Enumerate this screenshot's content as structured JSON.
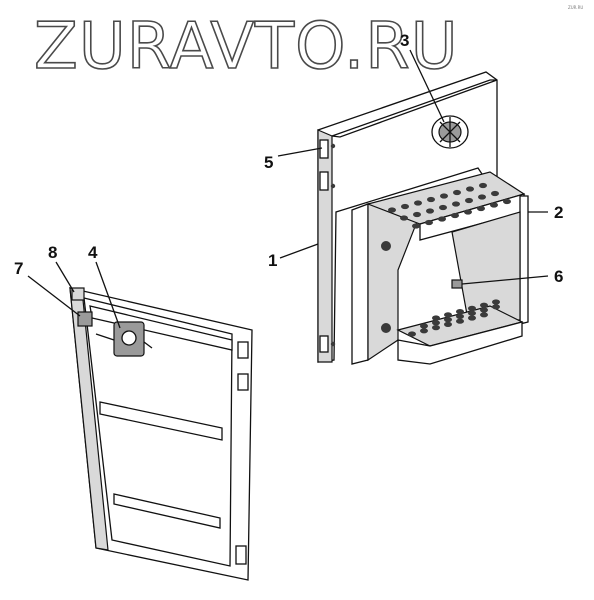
{
  "watermark": {
    "text": "ZURAVTO.RU"
  },
  "corner_mark": {
    "text": "ZUR.RU"
  },
  "callouts": [
    {
      "id": "1",
      "label": "1"
    },
    {
      "id": "2",
      "label": "2"
    },
    {
      "id": "3",
      "label": "3"
    },
    {
      "id": "4",
      "label": "4"
    },
    {
      "id": "5",
      "label": "5"
    },
    {
      "id": "6",
      "label": "6"
    },
    {
      "id": "7",
      "label": "7"
    },
    {
      "id": "8",
      "label": "8"
    }
  ],
  "colors": {
    "line": "#111111",
    "panel_fill": "#ffffff",
    "shade": "#d9d9d9",
    "hole": "#3a3a3a"
  }
}
